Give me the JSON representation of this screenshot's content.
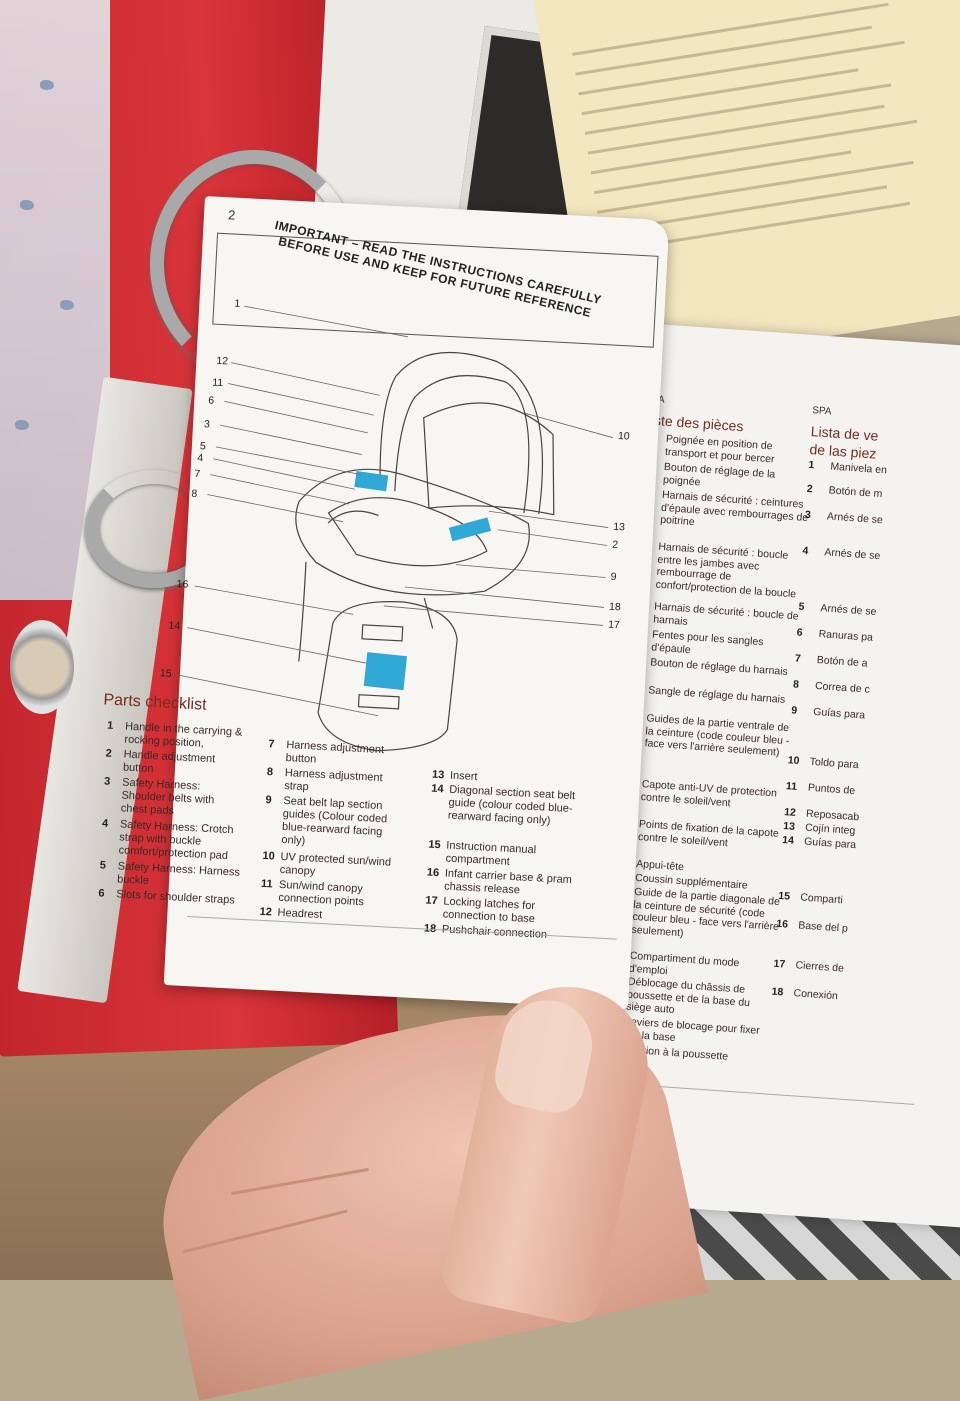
{
  "scene": {
    "colors": {
      "binder": "#c9272e",
      "page": "#f7f6f2",
      "accent_blue": "#2fa8d6",
      "heading": "#7a2b1e"
    }
  },
  "left_page": {
    "page_number": "2",
    "important_line1": "IMPORTANT – READ THE INSTRUCTIONS CAREFULLY",
    "important_line2": "BEFORE USE AND KEEP FOR FUTURE REFERENCE",
    "callouts_top": [
      "1",
      "12",
      "11",
      "6",
      "3",
      "5",
      "4",
      "7",
      "8"
    ],
    "callouts_right": [
      "10",
      "13",
      "2",
      "9",
      "18",
      "17"
    ],
    "callouts_bottom": [
      "16",
      "14",
      "15"
    ],
    "checklist_title": "Parts checklist",
    "items": [
      {
        "n": "1",
        "t": "Handle in the carrying & rocking position,"
      },
      {
        "n": "2",
        "t": "Handle adjustment button"
      },
      {
        "n": "3",
        "t": "Safety Harness: Shoulder belts with chest pads"
      },
      {
        "n": "4",
        "t": "Safety Harness: Crotch strap with buckle comfort/protection pad"
      },
      {
        "n": "5",
        "t": "Safety Harness: Harness buckle"
      },
      {
        "n": "6",
        "t": "Slots for shoulder straps"
      },
      {
        "n": "7",
        "t": "Harness adjustment button"
      },
      {
        "n": "8",
        "t": "Harness adjustment strap"
      },
      {
        "n": "9",
        "t": "Seat belt lap section guides (Colour coded blue-rearward facing only)"
      },
      {
        "n": "10",
        "t": "UV protected sun/wind canopy"
      },
      {
        "n": "11",
        "t": "Sun/wind canopy connection points"
      },
      {
        "n": "12",
        "t": "Headrest"
      },
      {
        "n": "13",
        "t": "Insert"
      },
      {
        "n": "14",
        "t": "Diagonal section seat belt guide (colour coded blue-rearward facing only)"
      },
      {
        "n": "15",
        "t": "Instruction manual compartment"
      },
      {
        "n": "16",
        "t": "Infant carrier base & pram chassis release"
      },
      {
        "n": "17",
        "t": "Locking latches for connection to base"
      },
      {
        "n": "18",
        "t": "Pushchair connection"
      }
    ]
  },
  "right_page": {
    "fra_label": "FRA",
    "fra_title": "Liste des pièces",
    "spa_label": "SPA",
    "spa_title_line1": "Lista de ve",
    "spa_title_line2": "de las piez",
    "fra_items": [
      {
        "n": "1",
        "t": "Poignée en position de transport et pour bercer"
      },
      {
        "n": "2",
        "t": "Bouton de réglage de la poignée"
      },
      {
        "n": "3",
        "t": "Harnais de sécurité : ceintures d'épaule avec rembourrages de poitrine"
      },
      {
        "n": "4",
        "t": "Harnais de sécurité : boucle entre les jambes avec rembourrage de confort/protection de la boucle"
      },
      {
        "n": "5",
        "t": "Harnais de sécurité : boucle de harnais"
      },
      {
        "n": "6",
        "t": "Fentes pour les sangles d'épaule"
      },
      {
        "n": "7",
        "t": "Bouton de réglage du harnais"
      },
      {
        "n": "8",
        "t": "Sangle de réglage du harnais"
      },
      {
        "n": "9",
        "t": "Guides de la partie ventrale de la ceinture (code couleur bleu - face vers l'arrière seulement)"
      },
      {
        "n": "10",
        "t": "Capote anti-UV de protection contre le soleil/vent"
      },
      {
        "n": "11",
        "t": "Points de fixation de la capote contre le soleil/vent"
      },
      {
        "n": "12",
        "t": "Appui-tête"
      },
      {
        "n": "13",
        "t": "Coussin supplémentaire"
      },
      {
        "n": "14",
        "t": "Guide de la partie diagonale de la ceinture de sécurité (code couleur bleu - face vers l'arrière seulement)"
      },
      {
        "n": "15",
        "t": "Compartiment du mode d'emploi"
      },
      {
        "n": "16",
        "t": "Déblocage du châssis de poussette et de la base du siège auto"
      },
      {
        "n": "17",
        "t": "Leviers de blocage pour fixer sur la base"
      },
      {
        "n": "18",
        "t": "Fixation à la poussette"
      }
    ],
    "spa_items": [
      {
        "n": "1",
        "t": "Manivela en"
      },
      {
        "n": "2",
        "t": "Botón de m"
      },
      {
        "n": "3",
        "t": "Arnés de se"
      },
      {
        "n": "4",
        "t": "Arnés de se"
      },
      {
        "n": "5",
        "t": "Arnés de se"
      },
      {
        "n": "6",
        "t": "Ranuras pa"
      },
      {
        "n": "7",
        "t": "Botón de a"
      },
      {
        "n": "8",
        "t": "Correa de c"
      },
      {
        "n": "9",
        "t": "Guías para"
      },
      {
        "n": "10",
        "t": "Toldo para"
      },
      {
        "n": "11",
        "t": "Puntos de"
      },
      {
        "n": "12",
        "t": "Reposacab"
      },
      {
        "n": "13",
        "t": "Cojín integ"
      },
      {
        "n": "14",
        "t": "Guías para"
      },
      {
        "n": "15",
        "t": "Comparti"
      },
      {
        "n": "16",
        "t": "Base del p"
      },
      {
        "n": "17",
        "t": "Cierres de"
      },
      {
        "n": "18",
        "t": "Conexión"
      }
    ]
  }
}
